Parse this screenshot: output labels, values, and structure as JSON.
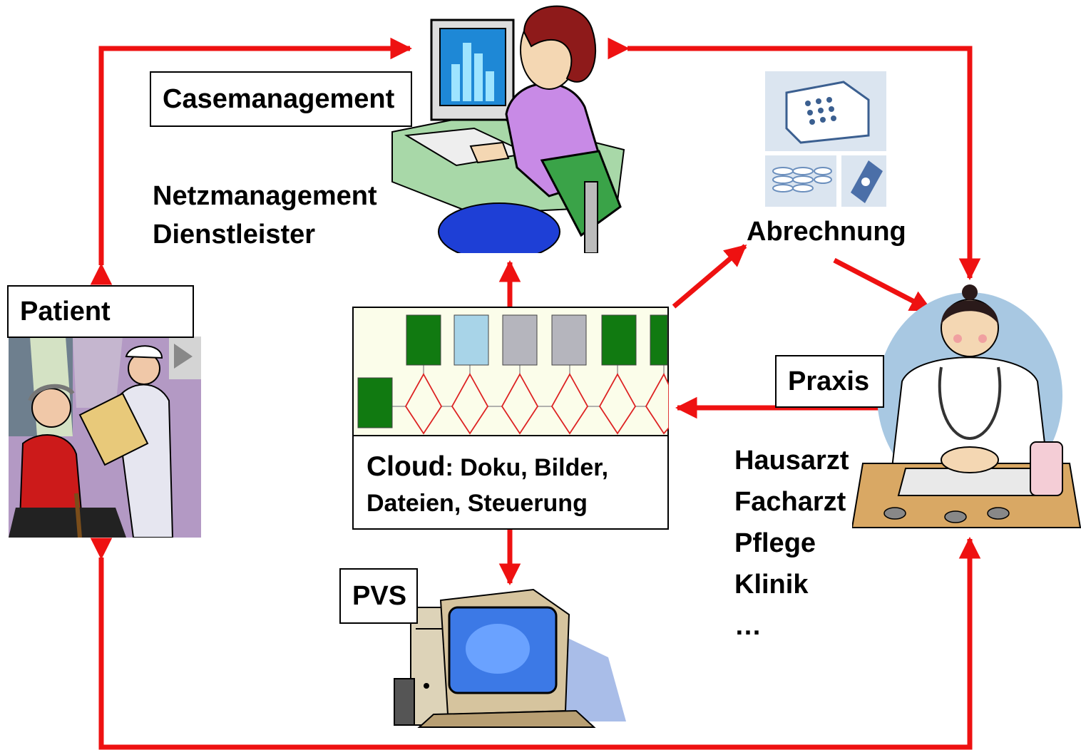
{
  "labels": {
    "casemanagement": "Casemanagement",
    "netzmanagement": "Netzmanagement",
    "dienstleister": "Dienstleister",
    "patient": "Patient",
    "abrechnung": "Abrechnung",
    "praxis": "Praxis",
    "pvs": "PVS"
  },
  "cloud": {
    "label_strong": "Cloud",
    "line1_rest": ": Doku, Bilder,",
    "line2": "Dateien, Steuerung"
  },
  "praxis_roles": [
    "Hausarzt",
    "Facharzt",
    "Pflege",
    "Klinik",
    "…"
  ],
  "colors": {
    "arrow": "#ee1111",
    "flowchart_green": "#117a11",
    "flowchart_blue": "#a8d4e8",
    "flowchart_gray": "#b5b5bd",
    "patient_scene_bg": "#b399c4",
    "doctor_bg": "#a8c8e2"
  }
}
